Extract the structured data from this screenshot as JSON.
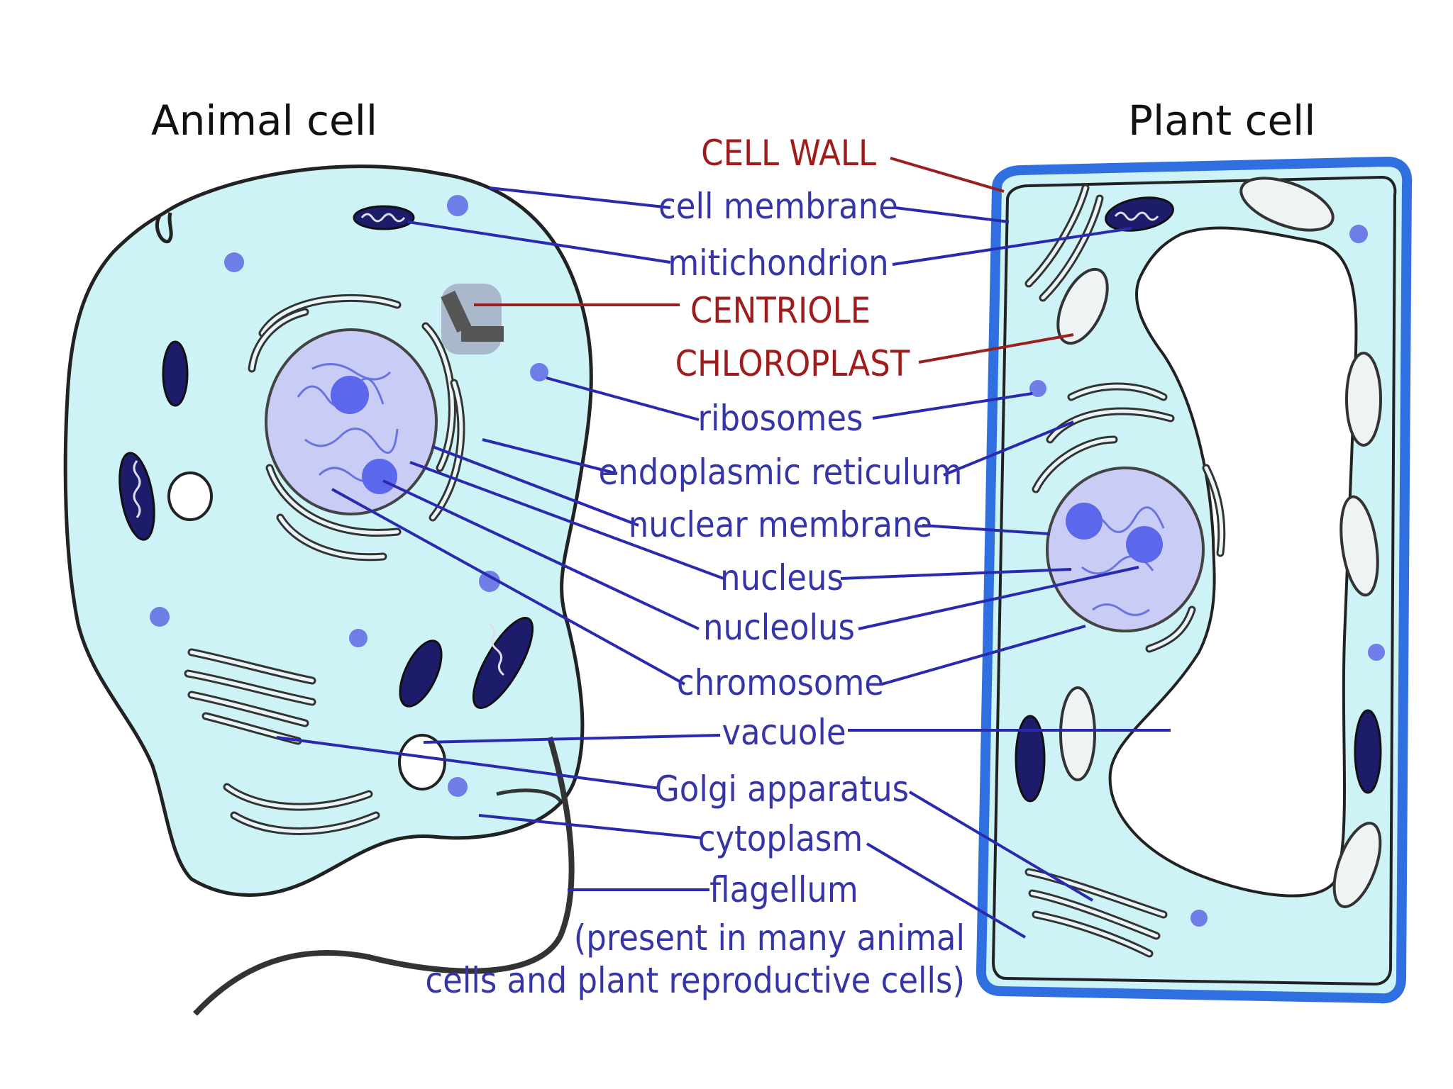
{
  "titles": {
    "animal": "Animal cell",
    "plant": "Plant cell"
  },
  "labels": {
    "cell_wall": "CELL WALL",
    "cell_membrane": "cell membrane",
    "mitochondrion": "mitichondrion",
    "centriole": "CENTRIOLE",
    "chloroplast": "CHLOROPLAST",
    "ribosomes": "ribosomes",
    "er": "endoplasmic reticulum",
    "nuclear_membrane": "nuclear membrane",
    "nucleus": "nucleus",
    "nucleolus": "nucleolus",
    "chromosome": "chromosome",
    "vacuole": "vacuole",
    "golgi": "Golgi apparatus",
    "cytoplasm": "cytoplasm",
    "flagellum": "flagellum",
    "flagellum_note_1": "(present in many animal",
    "flagellum_note_2": "cells and plant reproductive cells)"
  },
  "colors": {
    "cytoplasm": "#cdf3f7",
    "nucleus": "#c9ccf5",
    "nucleolus": "#5b68ec",
    "label_blue": "#3535a8",
    "label_red": "#a01c1c",
    "cell_wall": "#2f6fe0"
  }
}
